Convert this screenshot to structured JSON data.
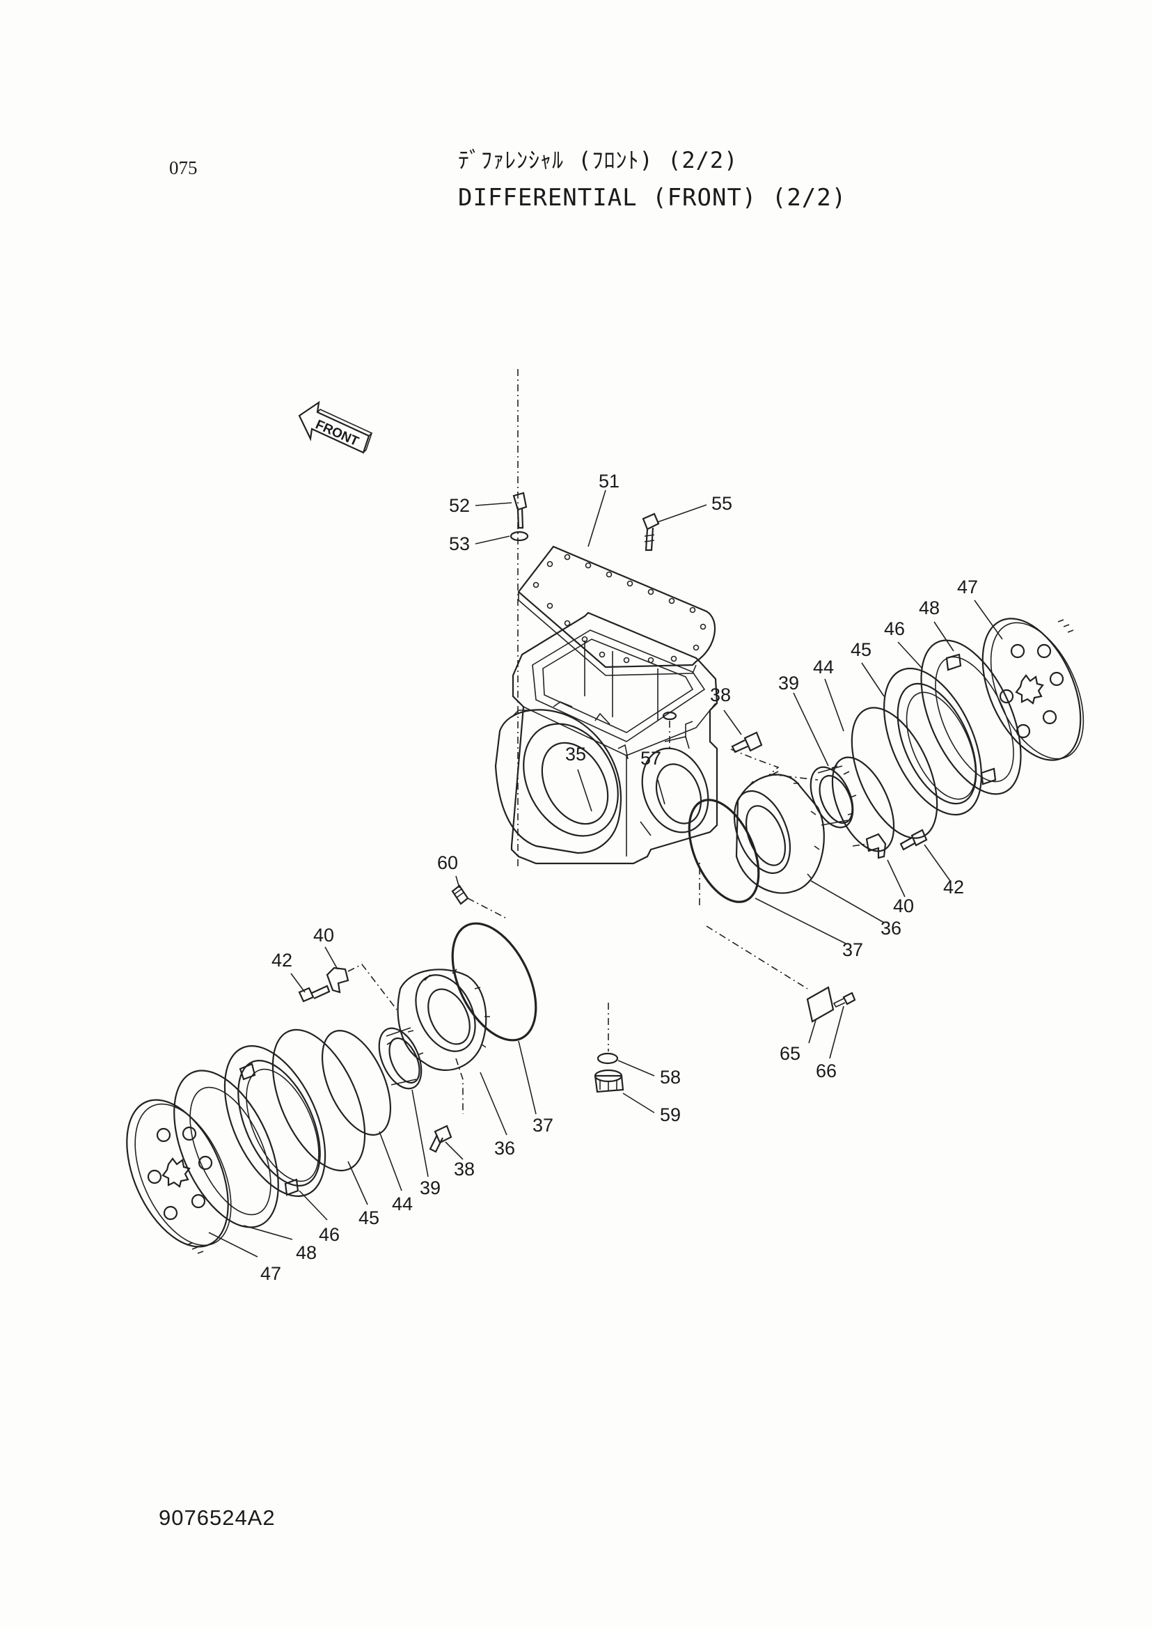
{
  "header": {
    "page_number": "075",
    "title_japanese": "ﾃﾞﾌｧﾚﾝｼｬﾙ (ﾌﾛﾝﾄ) (2/2)",
    "title_english": "DIFFERENTIAL (FRONT) (2/2)"
  },
  "diagram": {
    "front_marker": "FRONT",
    "callouts": [
      {
        "id": "c51",
        "label": "51"
      },
      {
        "id": "c52",
        "label": "52"
      },
      {
        "id": "c53",
        "label": "53"
      },
      {
        "id": "c55",
        "label": "55"
      },
      {
        "id": "c47r",
        "label": "47"
      },
      {
        "id": "c48r",
        "label": "48"
      },
      {
        "id": "c46r",
        "label": "46"
      },
      {
        "id": "c45r",
        "label": "45"
      },
      {
        "id": "c44r",
        "label": "44"
      },
      {
        "id": "c39r",
        "label": "39"
      },
      {
        "id": "c38r",
        "label": "38"
      },
      {
        "id": "c35",
        "label": "35"
      },
      {
        "id": "c57",
        "label": "57"
      },
      {
        "id": "c60",
        "label": "60"
      },
      {
        "id": "c42r",
        "label": "42"
      },
      {
        "id": "c40r",
        "label": "40"
      },
      {
        "id": "c36r",
        "label": "36"
      },
      {
        "id": "c37r",
        "label": "37"
      },
      {
        "id": "c40l",
        "label": "40"
      },
      {
        "id": "c42l",
        "label": "42"
      },
      {
        "id": "c65",
        "label": "65"
      },
      {
        "id": "c66",
        "label": "66"
      },
      {
        "id": "c58",
        "label": "58"
      },
      {
        "id": "c59",
        "label": "59"
      },
      {
        "id": "c37l",
        "label": "37"
      },
      {
        "id": "c36l",
        "label": "36"
      },
      {
        "id": "c38l",
        "label": "38"
      },
      {
        "id": "c39l",
        "label": "39"
      },
      {
        "id": "c44l",
        "label": "44"
      },
      {
        "id": "c45l",
        "label": "45"
      },
      {
        "id": "c46l",
        "label": "46"
      },
      {
        "id": "c48l",
        "label": "48"
      },
      {
        "id": "c47l",
        "label": "47"
      }
    ]
  },
  "footer": {
    "document_code": "9076524A2"
  }
}
